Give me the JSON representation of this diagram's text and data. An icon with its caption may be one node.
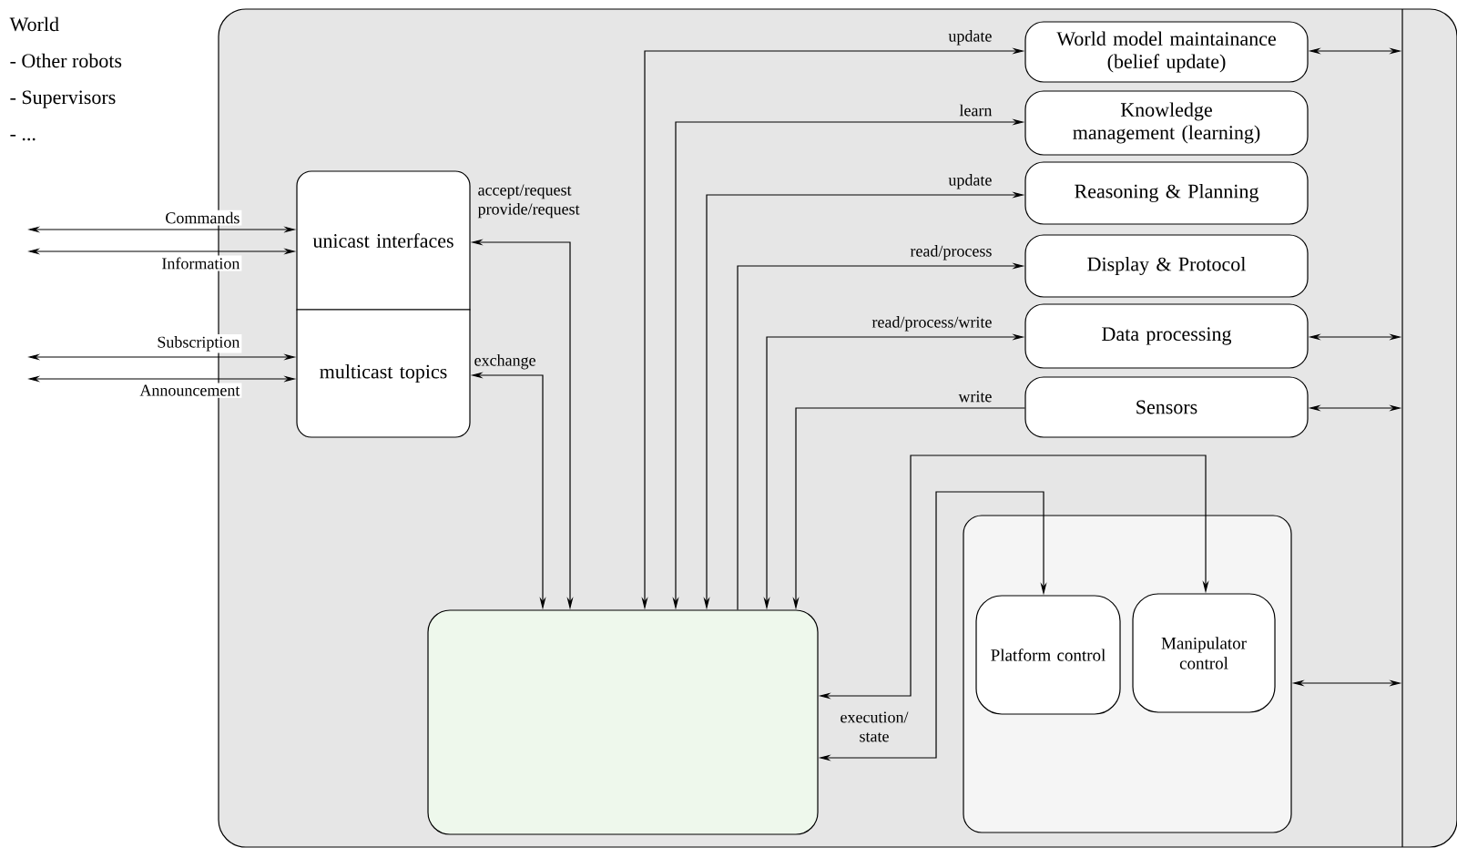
{
  "diagram": {
    "nodes": [
      {
        "text": [],
        "shape": "box"
      },
      {
        "text": [],
        "shape": "bar",
        "in": 0
      },
      {
        "text": [
          "unicast interfaces"
        ],
        "in": 0
      },
      {
        "text": [
          "multicast topics"
        ],
        "in": 0
      },
      {
        "text": [
          "World model maintainance (belief update)"
        ],
        "in": 0
      },
      {
        "text": [
          "Knowledge management (learning)"
        ],
        "in": 0
      },
      {
        "text": [
          "Reasoning & Planning"
        ],
        "in": 0
      },
      {
        "text": [
          "Display & Protocol"
        ],
        "in": 0
      },
      {
        "text": [
          "Data processing"
        ],
        "in": 0
      },
      {
        "text": [
          "Sensors"
        ],
        "in": 0
      },
      {
        "text": [],
        "shape": "box",
        "in": 0
      },
      {
        "text": [],
        "shape": "box",
        "in": 0
      },
      {
        "text": [
          "Platform control"
        ],
        "in": 11
      },
      {
        "text": [
          "Manipulator control"
        ],
        "in": 11
      }
    ],
    "edges": [
      {
        "from": null,
        "to": 2,
        "arrow": "both",
        "label": "Commands"
      },
      {
        "from": null,
        "to": 2,
        "arrow": "both",
        "label": "Information"
      },
      {
        "from": null,
        "to": 3,
        "arrow": "both",
        "label": "Subscription"
      },
      {
        "from": null,
        "to": 3,
        "arrow": "both",
        "label": "Announcement"
      },
      {
        "from": 10,
        "to": 2,
        "arrow": "both",
        "label": "accept/request provide/request"
      },
      {
        "from": 10,
        "to": 3,
        "arrow": "both",
        "label": "exchange"
      },
      {
        "from": 10,
        "to": 4,
        "arrow": "both",
        "label": "update"
      },
      {
        "from": 10,
        "to": 5,
        "arrow": "both",
        "label": "learn"
      },
      {
        "from": 10,
        "to": 6,
        "arrow": "both",
        "label": "update"
      },
      {
        "from": 10,
        "to": 7,
        "arrow": "to",
        "label": "read/process"
      },
      {
        "from": 10,
        "to": 8,
        "arrow": "both",
        "label": "read/process/write"
      },
      {
        "from": 9,
        "to": 10,
        "arrow": "to",
        "label": "write"
      },
      {
        "from": 10,
        "to": 13,
        "arrow": "both",
        "label": "execution/ state"
      },
      {
        "from": 10,
        "to": 12,
        "arrow": "both"
      },
      {
        "from": 4,
        "to": 1,
        "arrow": "both"
      },
      {
        "from": 8,
        "to": 1,
        "arrow": "both"
      },
      {
        "from": 9,
        "to": 1,
        "arrow": "both"
      },
      {
        "from": 11,
        "to": 1,
        "arrow": "both"
      }
    ],
    "labels": [
      "World",
      "- Other robots",
      "- Supervisors",
      "- ..."
    ]
  }
}
